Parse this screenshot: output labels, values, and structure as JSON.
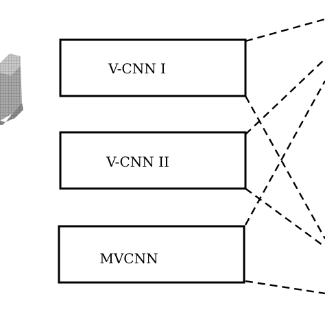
{
  "models": [
    {
      "label": "V-CNN I"
    },
    {
      "label": "V-CNN II"
    },
    {
      "label": "MVCNN"
    }
  ],
  "colors": {
    "box_stroke": "#000000",
    "line": "#000000",
    "voxel_light": "#bdbdbd",
    "voxel_mid": "#9a9a9a",
    "voxel_dark": "#7a7a7a"
  },
  "icons": {
    "input_object": "voxel-grid-icon"
  }
}
